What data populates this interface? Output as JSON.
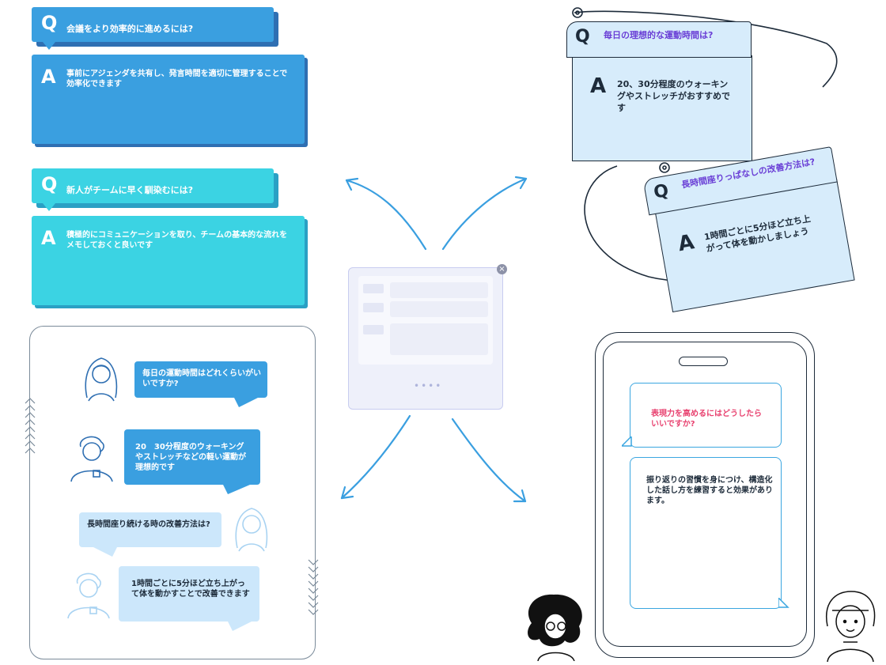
{
  "qa_cards": [
    {
      "q_letter": "Q",
      "question": "会議をより効率的に進めるには?",
      "a_letter": "A",
      "answer": "事前にアジェンダを共有し、発言時間を適切に管理することで効率化できます",
      "color": "#3a9fe0",
      "shadow": "#2f6fb2"
    },
    {
      "q_letter": "Q",
      "question": "新人がチームに早く馴染むには?",
      "a_letter": "A",
      "answer": "積極的にコミュニケーションを取り、チームの基本的な流れをメモしておくと良いです",
      "color": "#3bd3e3",
      "shadow": "#2aa0c4"
    }
  ],
  "chat": {
    "messages": [
      {
        "text": "毎日の運動時間はどれくらいがいいですか?"
      },
      {
        "text": "20　30分程度のウォーキングやストレッチなどの軽い運動が理想的です"
      },
      {
        "text": "長時間座り続ける時の改善方法は?"
      },
      {
        "text": "1時間ごとに5分ほど立ち上がって体を動かすことで改善できます"
      }
    ],
    "colors": {
      "primary": "#3a9fe0",
      "light": "#cce7fb"
    }
  },
  "notes": [
    {
      "q_letter": "Q",
      "question": "毎日の理想的な運動時間は?",
      "a_letter": "A",
      "answer": "20、30分程度のウォーキングやストレッチがおすすめです"
    },
    {
      "q_letter": "Q",
      "question": "長時間座りっぱなしの改善方法は?",
      "a_letter": "A",
      "answer": "1時間ごとに5分ほど立ち上がって体を動かしましょう"
    }
  ],
  "phone": {
    "question": "表現力を高めるにはどうしたらいいですか?",
    "answer": "振り返りの習慣を身につけ、構造化した話し方を練習すると効果があります。"
  },
  "panel": {
    "dots": "••••",
    "close_glyph": "×"
  },
  "accent_colors": {
    "note_text": "#6a3fd6",
    "phone_question": "#e8416f",
    "arrow": "#3a9fe0"
  }
}
